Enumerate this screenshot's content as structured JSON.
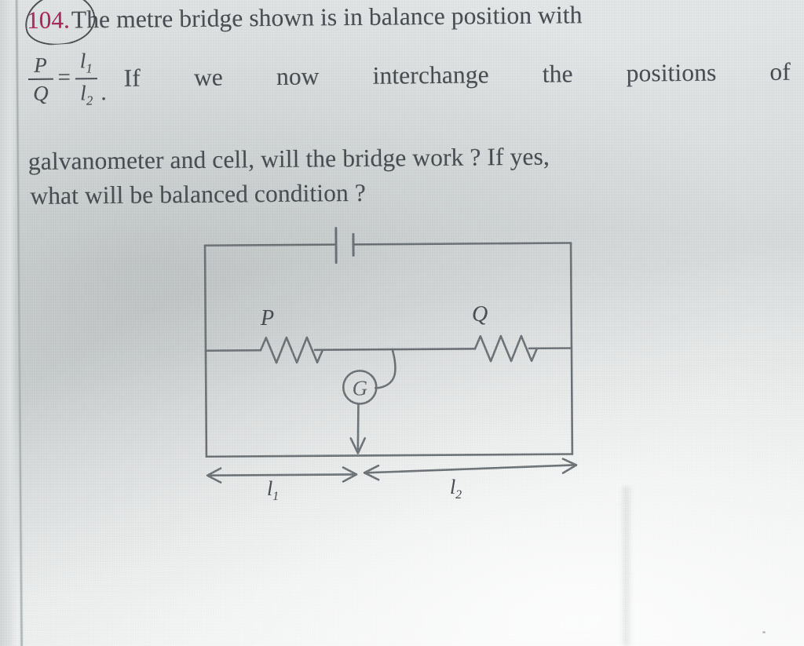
{
  "page": {
    "background_color": "#dfe3e3",
    "ink_color": "#3c4247",
    "question_number_color": "#a7164f",
    "pen_mark_color": "#2e2f31"
  },
  "question": {
    "number": "104.",
    "line1": "The metre bridge shown is in balance position with",
    "fraction": {
      "left_numerator": "P",
      "left_denominator": "Q",
      "equals": "=",
      "right_numerator": "l",
      "right_numerator_sub": "1",
      "right_denominator": "l",
      "right_denominator_sub": "2",
      "period": "."
    },
    "line2_tail_a": "If",
    "line2_tail_b": "we",
    "line2_tail_c": "now",
    "line2_tail_d": "interchange",
    "line2_tail_e": "the",
    "line2_tail_f": "positions",
    "line2_tail_g": "of",
    "line3": "galvanometer and cell, will the bridge work ? If yes,",
    "line4": "what will be balanced condition ?"
  },
  "diagram": {
    "title": "metre-bridge-circuit",
    "resistor_p_label": "P",
    "resistor_q_label": "Q",
    "galvanometer_label": "G",
    "length_1_label": "l",
    "length_1_sub": "1",
    "length_2_label": "l",
    "length_2_sub": "2",
    "components": [
      "battery-cell",
      "resistor-p",
      "resistor-q",
      "galvanometer",
      "jockey-arrow",
      "bridge-wire",
      "dimension-arrow-l1",
      "dimension-arrow-l2"
    ],
    "line_color": "#5a6166"
  }
}
